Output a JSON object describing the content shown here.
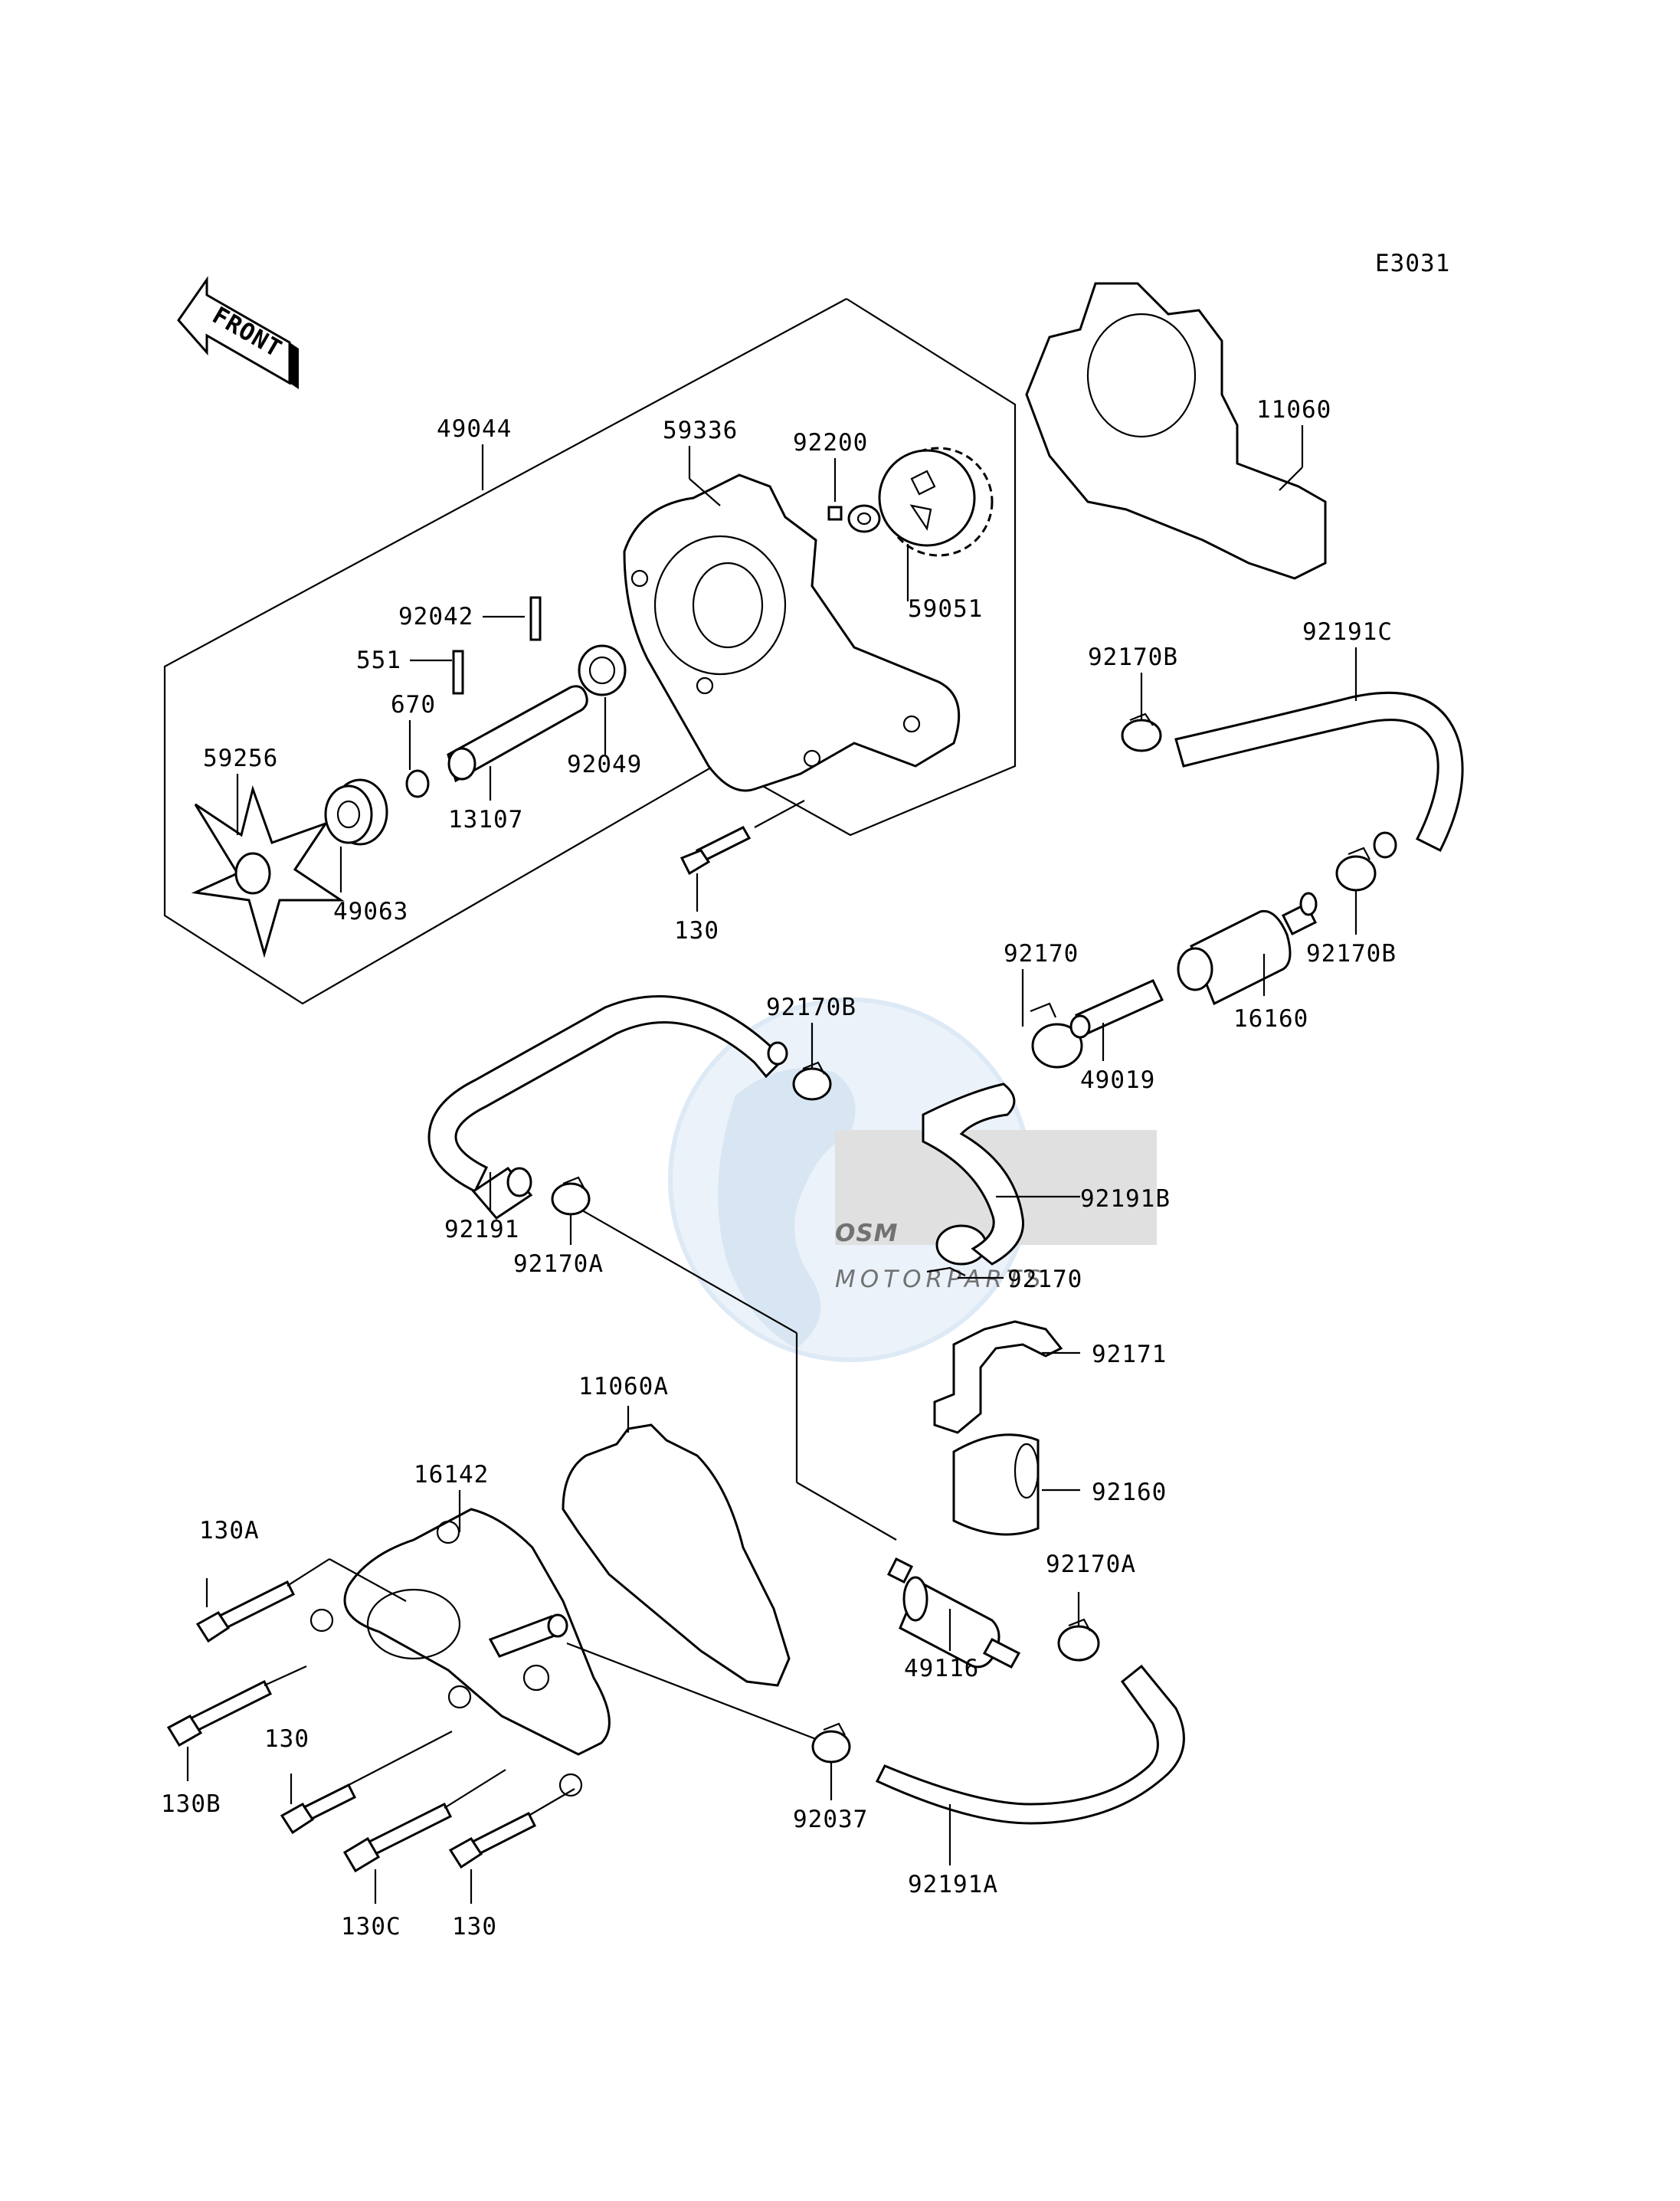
{
  "diagram": {
    "code": "E3031",
    "front_label": "FRONT",
    "watermark": {
      "brand": "OSM",
      "tagline": "MOTORPARTS"
    },
    "parts": [
      "49044",
      "59336",
      "92200",
      "59051",
      "11060",
      "92042",
      "551",
      "670",
      "59256",
      "13107",
      "92049",
      "49063",
      "130",
      "92170B",
      "92191C",
      "92170",
      "92170B",
      "16160",
      "92170B",
      "49019",
      "92191B",
      "92191",
      "92170A",
      "92170",
      "92171",
      "11060A",
      "16142",
      "130A",
      "92160",
      "92170A",
      "130B",
      "130",
      "49116",
      "92037",
      "92191A",
      "130C",
      "130"
    ]
  }
}
